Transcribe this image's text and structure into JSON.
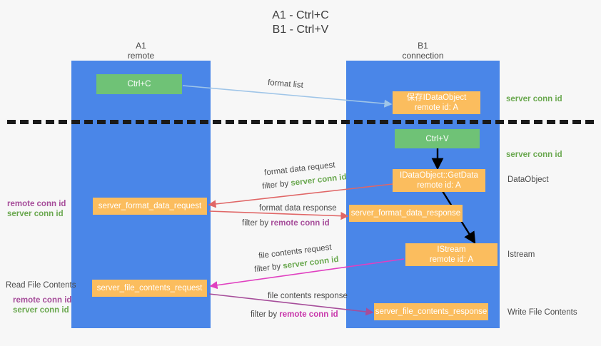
{
  "title": "A1 - Ctrl+C\nB1 - Ctrl+V",
  "lanes": [
    {
      "name": "A1",
      "header": "A1\nremote"
    },
    {
      "name": "B1",
      "header": "B1\nconnection"
    }
  ],
  "boxes": [
    {
      "id": "ctrl-c",
      "label": "Ctrl+C",
      "color": "#6fc276"
    },
    {
      "id": "save-idataobject",
      "label": "保存IDataObject\nremote id: A",
      "color": "#fbbd5e"
    },
    {
      "id": "ctrl-v",
      "label": "Ctrl+V",
      "color": "#6fc276"
    },
    {
      "id": "idataobject-getdata",
      "label": "IDataObject::GetData\nremote id: A",
      "color": "#fbbd5e"
    },
    {
      "id": "server-format-data-request",
      "label": "server_format_data_request",
      "color": "#fbbd5e"
    },
    {
      "id": "server-format-data-response",
      "label": "server_format_data_response",
      "color": "#fbbd5e"
    },
    {
      "id": "istream",
      "label": "IStream\nremote id: A",
      "color": "#fbbd5e"
    },
    {
      "id": "server-file-contents-request",
      "label": "server_file_contents_request",
      "color": "#fbbd5e"
    },
    {
      "id": "server-file-contents-response",
      "label": "server_file_contents_response",
      "color": "#fbbd5e"
    }
  ],
  "edge_labels": {
    "format_list": "format list",
    "format_data_request": "format data request",
    "format_data_response": "format data response",
    "file_contents_request": "file contents request",
    "file_contents_response": "file contents response",
    "filter_by": "filter by "
  },
  "conn_ids": {
    "server": "server conn id",
    "remote": "remote conn id"
  },
  "right_labels": {
    "server_conn_id_top": "server conn id",
    "server_conn_id_mid": "server conn id",
    "dataobject": "DataObject",
    "istream": "Istream",
    "write_file_contents": "Write File Contents"
  },
  "left_labels": {
    "remote_conn_id_mid": "remote conn id",
    "server_conn_id_mid": "server conn id",
    "read_file_contents": "Read File Contents",
    "remote_conn_id_bottom": "remote conn id",
    "server_conn_id_bottom": "server conn id"
  },
  "colors": {
    "lane": "#4a86e8",
    "orange": "#fbbd5e",
    "green_box": "#6fc276",
    "green_text": "#6aa84f",
    "purple_text": "#a64d9a",
    "magenta_text": "#c837ab",
    "arrow_blue": "#9fc5e8",
    "arrow_red": "#e06666",
    "arrow_black": "#000000",
    "arrow_magenta": "#e040c0",
    "arrow_purple": "#a64d9a",
    "background": "#f7f7f7"
  }
}
